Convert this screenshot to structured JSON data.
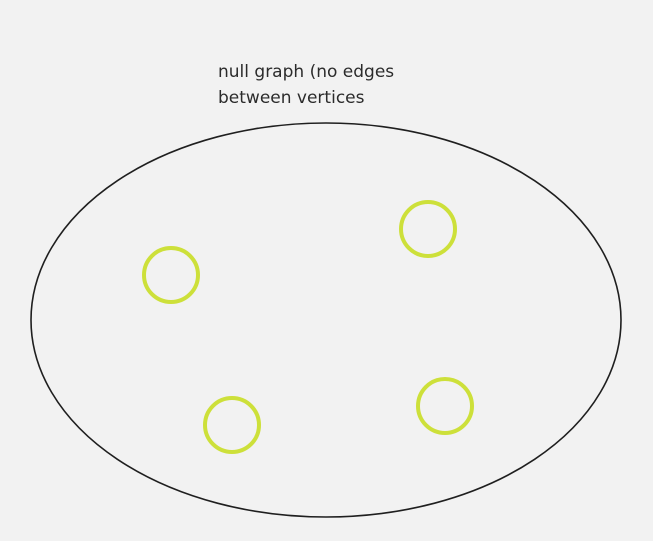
{
  "caption": {
    "line1": "null graph (no edges",
    "line2": "between vertices"
  },
  "graph": {
    "vertex_count": 4,
    "edge_count": 0,
    "vertex_color": "#cde03a",
    "boundary_color": "#1f1f1f"
  }
}
